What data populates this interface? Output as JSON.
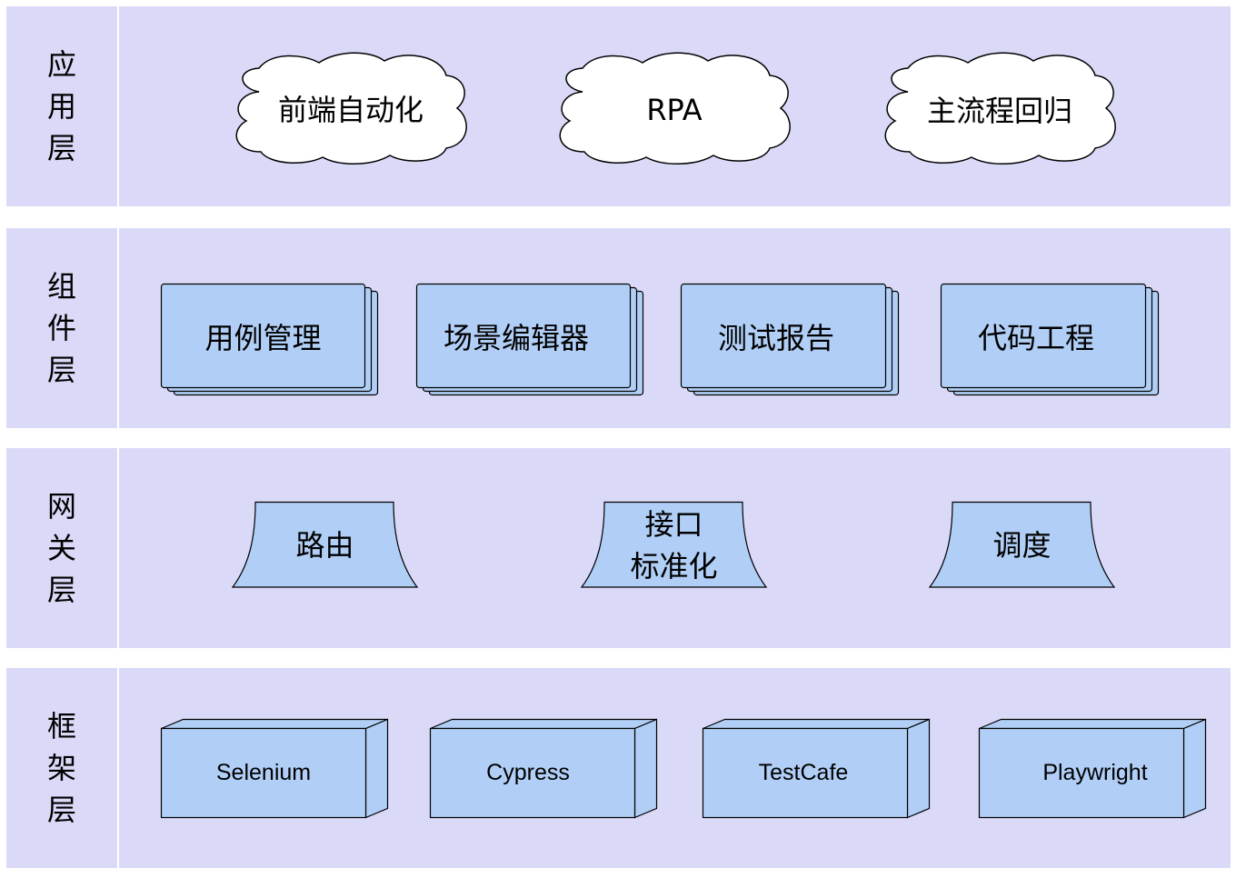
{
  "colors": {
    "layer_background": "#dadaf8",
    "shape_fill": "#b1cff6",
    "cloud_fill": "#ffffff",
    "stroke": "#000000"
  },
  "layers": {
    "application": {
      "label": "应用层",
      "items": [
        "前端自动化",
        "RPA",
        "主流程回归"
      ]
    },
    "component": {
      "label": "组件层",
      "items": [
        "用例管理",
        "场景编辑器",
        "测试报告",
        "代码工程"
      ]
    },
    "gateway": {
      "label": "网关层",
      "items": [
        "路由",
        "接口\n标准化",
        "调度"
      ]
    },
    "framework": {
      "label": "框架层",
      "items": [
        "Selenium",
        "Cypress",
        "TestCafe",
        "Playwright"
      ]
    }
  }
}
